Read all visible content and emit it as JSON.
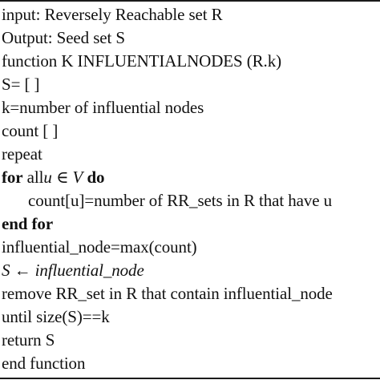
{
  "algorithm": {
    "lines": [
      "input: Reversely Reachable set R",
      "Output: Seed set S",
      "function K INFLUENTIALNODES (R.k)",
      "S= [ ]",
      "k=number of influential nodes",
      "count [ ]",
      "repeat",
      {
        "kw_for": "for",
        "text_all": "all",
        "math_u": "u",
        "math_in": "∈",
        "math_V": "V",
        "kw_do": "do"
      },
      "count[u]=number of RR_sets in R that have u",
      "end for",
      "influential_node=max(count)",
      {
        "math_S": "S",
        "math_arrow": "←",
        "math_influential": "influential_node"
      },
      "remove RR_set in R that contain influential_node",
      "until size(S)==k",
      "return S",
      "end function"
    ]
  }
}
